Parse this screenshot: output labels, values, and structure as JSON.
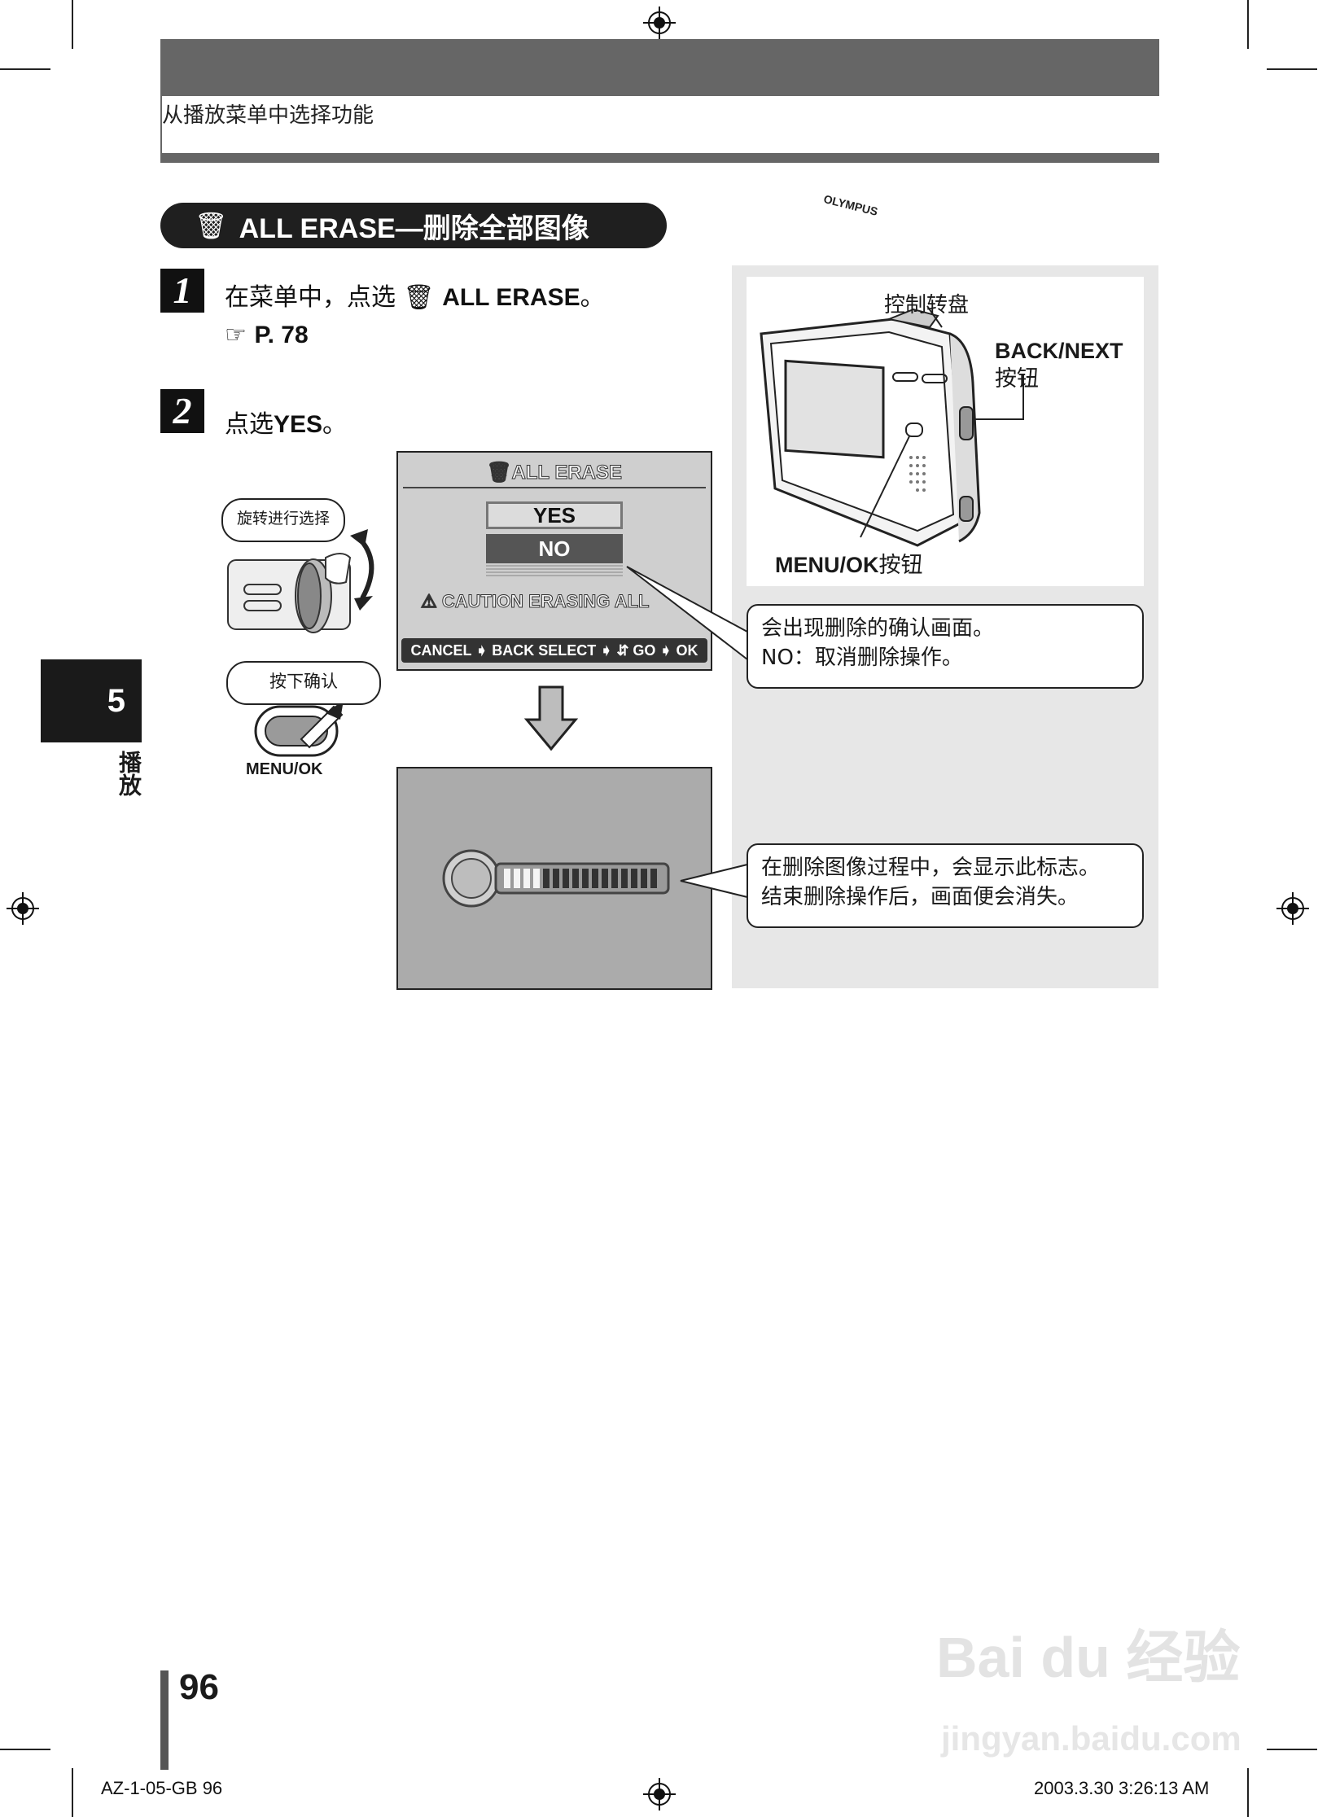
{
  "header": {
    "section_title": "从播放菜单中选择功能"
  },
  "section": {
    "icon": "trash-erase-icon",
    "title": "ALL ERASE—删除全部图像"
  },
  "steps": [
    {
      "number": "1",
      "text_prefix": "在菜单中，点选 ",
      "text_bold": "ALL ERASE",
      "text_suffix": "。",
      "ref_icon": "pointing-hand-icon",
      "ref": "P. 78"
    },
    {
      "number": "2",
      "text_prefix": "点选",
      "text_bold": "YES",
      "text_suffix": "。"
    }
  ],
  "dial_bubble": "旋转进行选择",
  "confirm_bubble": "按下确认",
  "button_label": "MENU/OK",
  "lcd": {
    "title": "ALL ERASE",
    "option_yes": "YES",
    "option_no": "NO",
    "caution": "CAUTION ERASING ALL",
    "bar": "CANCEL ➧ BACK  SELECT ➧ ⇵  GO ➧ OK"
  },
  "camera_diagram": {
    "dial_label": "控制转盘",
    "back_next_bold": "BACK/NEXT",
    "back_next_suffix": "按钮",
    "menu_ok_bold": "MENU/OK",
    "menu_ok_suffix": "按钮",
    "brand": "OLYMPUS"
  },
  "callouts": {
    "confirm_line1": "会出现删除的确认画面。",
    "confirm_line2": "NO：取消删除操作。",
    "progress_line1": "在删除图像过程中，会显示此标志。",
    "progress_line2": "结束删除操作后，画面便会消失。"
  },
  "chapter": {
    "number": "5",
    "label": "播放"
  },
  "page_number": "96",
  "footer": {
    "left": "AZ-1-05-GB   96",
    "right": "2003.3.30   3:26:13 AM"
  },
  "watermark": {
    "line1": "Bai du 经验",
    "line2": "jingyan.baidu.com"
  }
}
